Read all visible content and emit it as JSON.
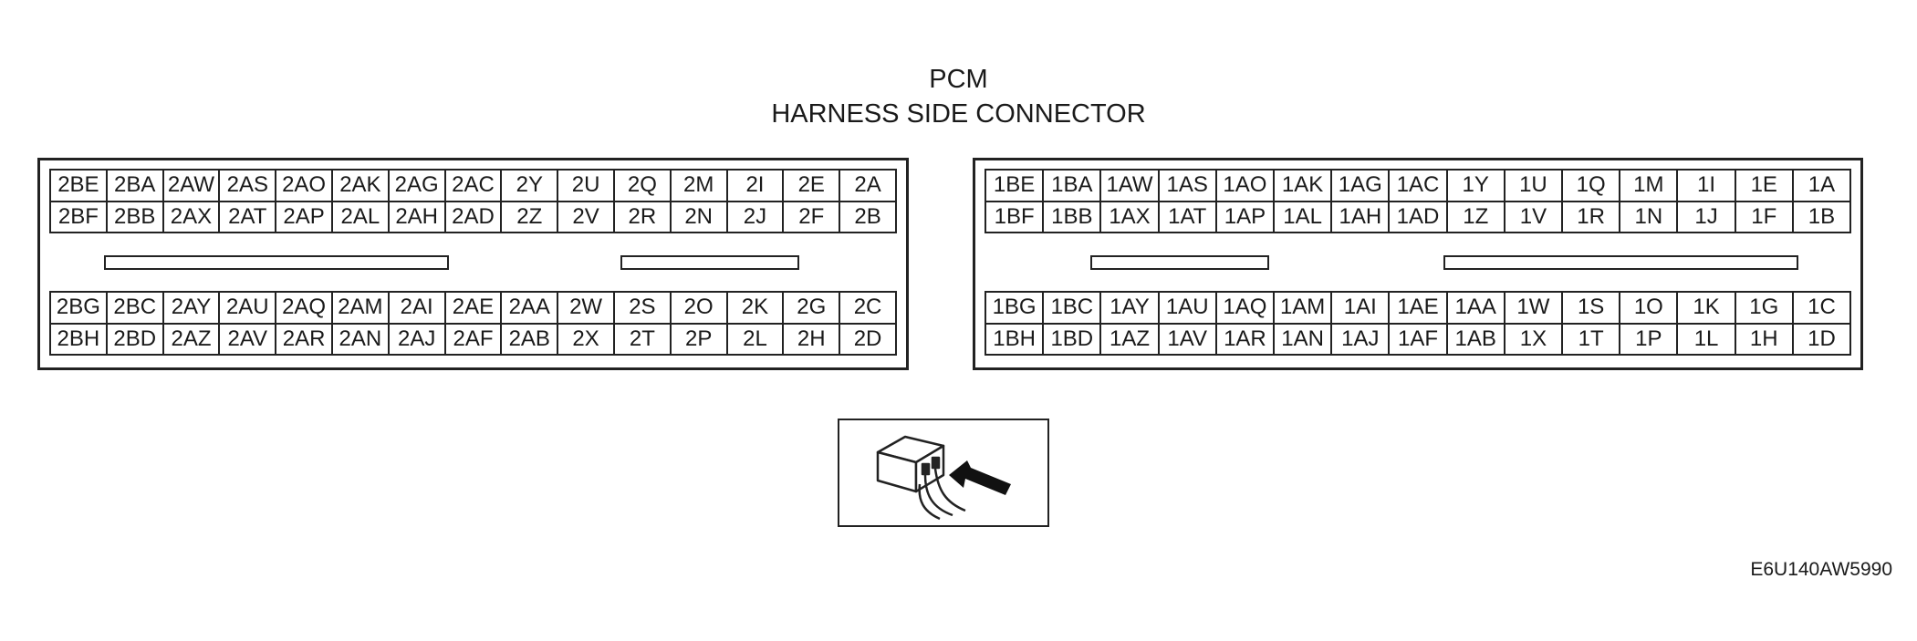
{
  "title": {
    "line1": "PCM",
    "line2": "HARNESS SIDE CONNECTOR"
  },
  "connector_2": {
    "upper": [
      [
        "2BE",
        "2BA",
        "2AW",
        "2AS",
        "2AO",
        "2AK",
        "2AG",
        "2AC",
        "2Y",
        "2U",
        "2Q",
        "2M",
        "2I",
        "2E",
        "2A"
      ],
      [
        "2BF",
        "2BB",
        "2AX",
        "2AT",
        "2AP",
        "2AL",
        "2AH",
        "2AD",
        "2Z",
        "2V",
        "2R",
        "2N",
        "2J",
        "2F",
        "2B"
      ]
    ],
    "lower": [
      [
        "2BG",
        "2BC",
        "2AY",
        "2AU",
        "2AQ",
        "2AM",
        "2AI",
        "2AE",
        "2AA",
        "2W",
        "2S",
        "2O",
        "2K",
        "2G",
        "2C"
      ],
      [
        "2BH",
        "2BD",
        "2AZ",
        "2AV",
        "2AR",
        "2AN",
        "2AJ",
        "2AF",
        "2AB",
        "2X",
        "2T",
        "2P",
        "2L",
        "2H",
        "2D"
      ]
    ]
  },
  "connector_1": {
    "upper": [
      [
        "1BE",
        "1BA",
        "1AW",
        "1AS",
        "1AO",
        "1AK",
        "1AG",
        "1AC",
        "1Y",
        "1U",
        "1Q",
        "1M",
        "1I",
        "1E",
        "1A"
      ],
      [
        "1BF",
        "1BB",
        "1AX",
        "1AT",
        "1AP",
        "1AL",
        "1AH",
        "1AD",
        "1Z",
        "1V",
        "1R",
        "1N",
        "1J",
        "1F",
        "1B"
      ]
    ],
    "lower": [
      [
        "1BG",
        "1BC",
        "1AY",
        "1AU",
        "1AQ",
        "1AM",
        "1AI",
        "1AE",
        "1AA",
        "1W",
        "1S",
        "1O",
        "1K",
        "1G",
        "1C"
      ],
      [
        "1BH",
        "1BD",
        "1AZ",
        "1AV",
        "1AR",
        "1AN",
        "1AJ",
        "1AF",
        "1AB",
        "1X",
        "1T",
        "1P",
        "1L",
        "1H",
        "1D"
      ]
    ]
  },
  "view_icon": "harness-side-view-icon",
  "figure_code": "E6U140AW5990",
  "colors": {
    "line": "#222222",
    "text": "#1a1a1a",
    "background": "#ffffff"
  }
}
